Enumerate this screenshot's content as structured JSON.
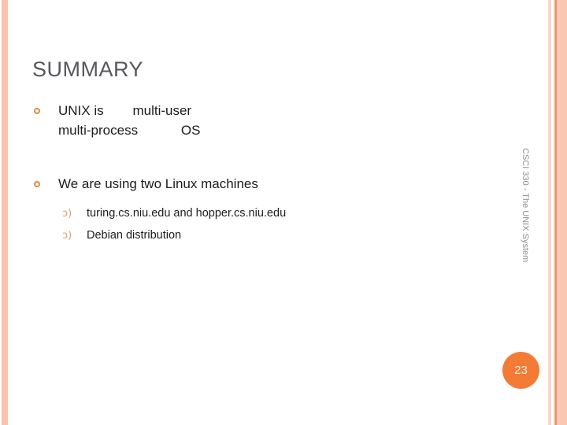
{
  "slide": {
    "title": "SUMMARY",
    "page_number": "23",
    "side_caption": "CSCI 330 - The UNIX System"
  },
  "colors": {
    "title_gray": "#56585c",
    "band_left": "#f7c3ad",
    "band_right_light": "#f9c7b2",
    "band_right_accent": "#e8926a",
    "bullet_orange": "#e08a42",
    "sub_bullet_tan": "#d9a070",
    "badge_orange": "#f47b35",
    "body_text": "#1c1c1c"
  },
  "icons": {
    "bullet": "ring-bullet-icon",
    "sub_bullet": "scroll-bullet-icon"
  },
  "content": {
    "bullets": [
      {
        "marker": "ring-bullet-icon",
        "line1": "UNIX is\t    multi-user",
        "line2": "multi-process\t         OS",
        "subs": []
      },
      {
        "marker": "ring-bullet-icon",
        "line1": "We are using two Linux machines",
        "line2": "",
        "subs": [
          {
            "marker": "scroll-bullet-icon",
            "text": "turing.cs.niu.edu and hopper.cs.niu.edu"
          },
          {
            "marker": "scroll-bullet-icon",
            "text": "Debian distribution"
          }
        ]
      }
    ]
  }
}
